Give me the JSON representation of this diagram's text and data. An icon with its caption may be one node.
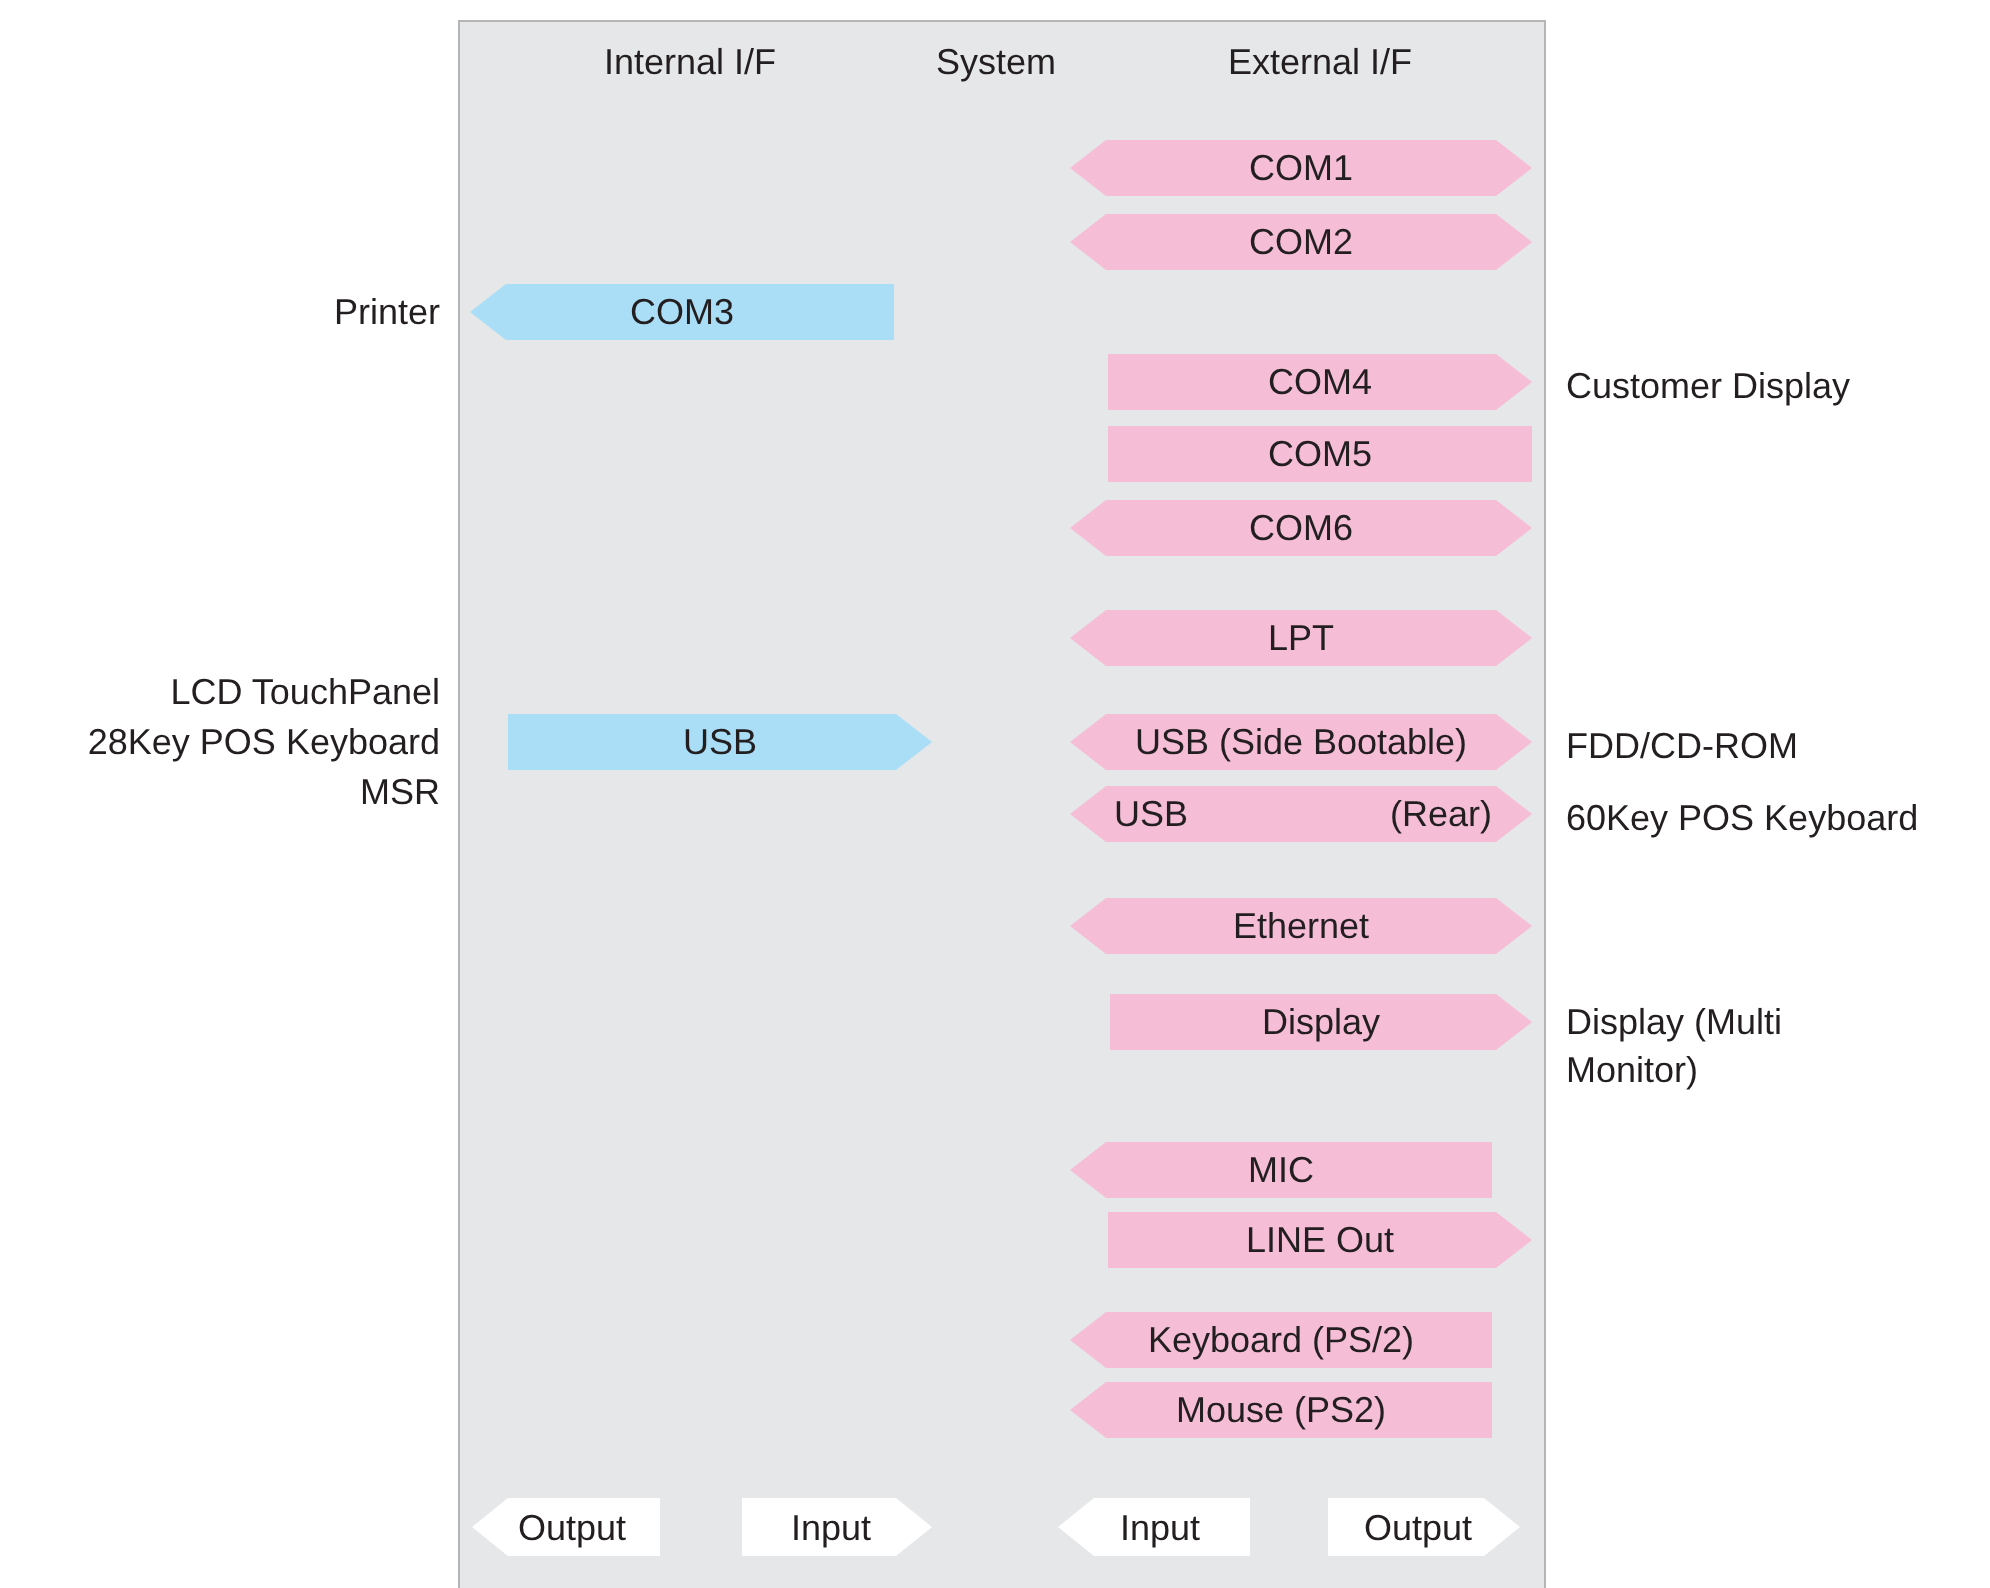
{
  "diagram": {
    "nodes": [
      {
        "text": [
          "COM1"
        ]
      },
      {
        "text": [
          "COM2"
        ]
      },
      {
        "text": [
          "COM3"
        ],
        "beside": [
          "Printer"
        ]
      },
      {
        "text": [
          "COM4"
        ],
        "beside": [
          "Customer Display"
        ]
      },
      {
        "text": [
          "COM5"
        ]
      },
      {
        "text": [
          "COM6"
        ]
      },
      {
        "text": [
          "LPT"
        ]
      },
      {
        "text": [
          "USB"
        ],
        "beside": [
          "LCD TouchPanel",
          "28Key POS Keyboard",
          "MSR"
        ]
      },
      {
        "text": [
          "USB (Side Bootable)"
        ],
        "beside": [
          "FDD/CD-ROM"
        ]
      },
      {
        "text": [
          "USB",
          "(Rear)"
        ],
        "beside": [
          "60Key POS Keyboard"
        ]
      },
      {
        "text": [
          "Ethernet"
        ]
      },
      {
        "text": [
          "Display"
        ],
        "beside": [
          "Display (Multi Monitor)"
        ]
      },
      {
        "text": [
          "MIC"
        ]
      },
      {
        "text": [
          "LINE Out"
        ]
      },
      {
        "text": [
          "Keyboard (PS/2)"
        ]
      },
      {
        "text": [
          "Mouse (PS2)"
        ]
      }
    ],
    "labels": [
      "Internal I/F",
      "System",
      "External I/F"
    ],
    "legend": [
      {
        "text": "Output"
      },
      {
        "text": "Input"
      },
      {
        "text": "Input"
      },
      {
        "text": "Output"
      }
    ]
  }
}
